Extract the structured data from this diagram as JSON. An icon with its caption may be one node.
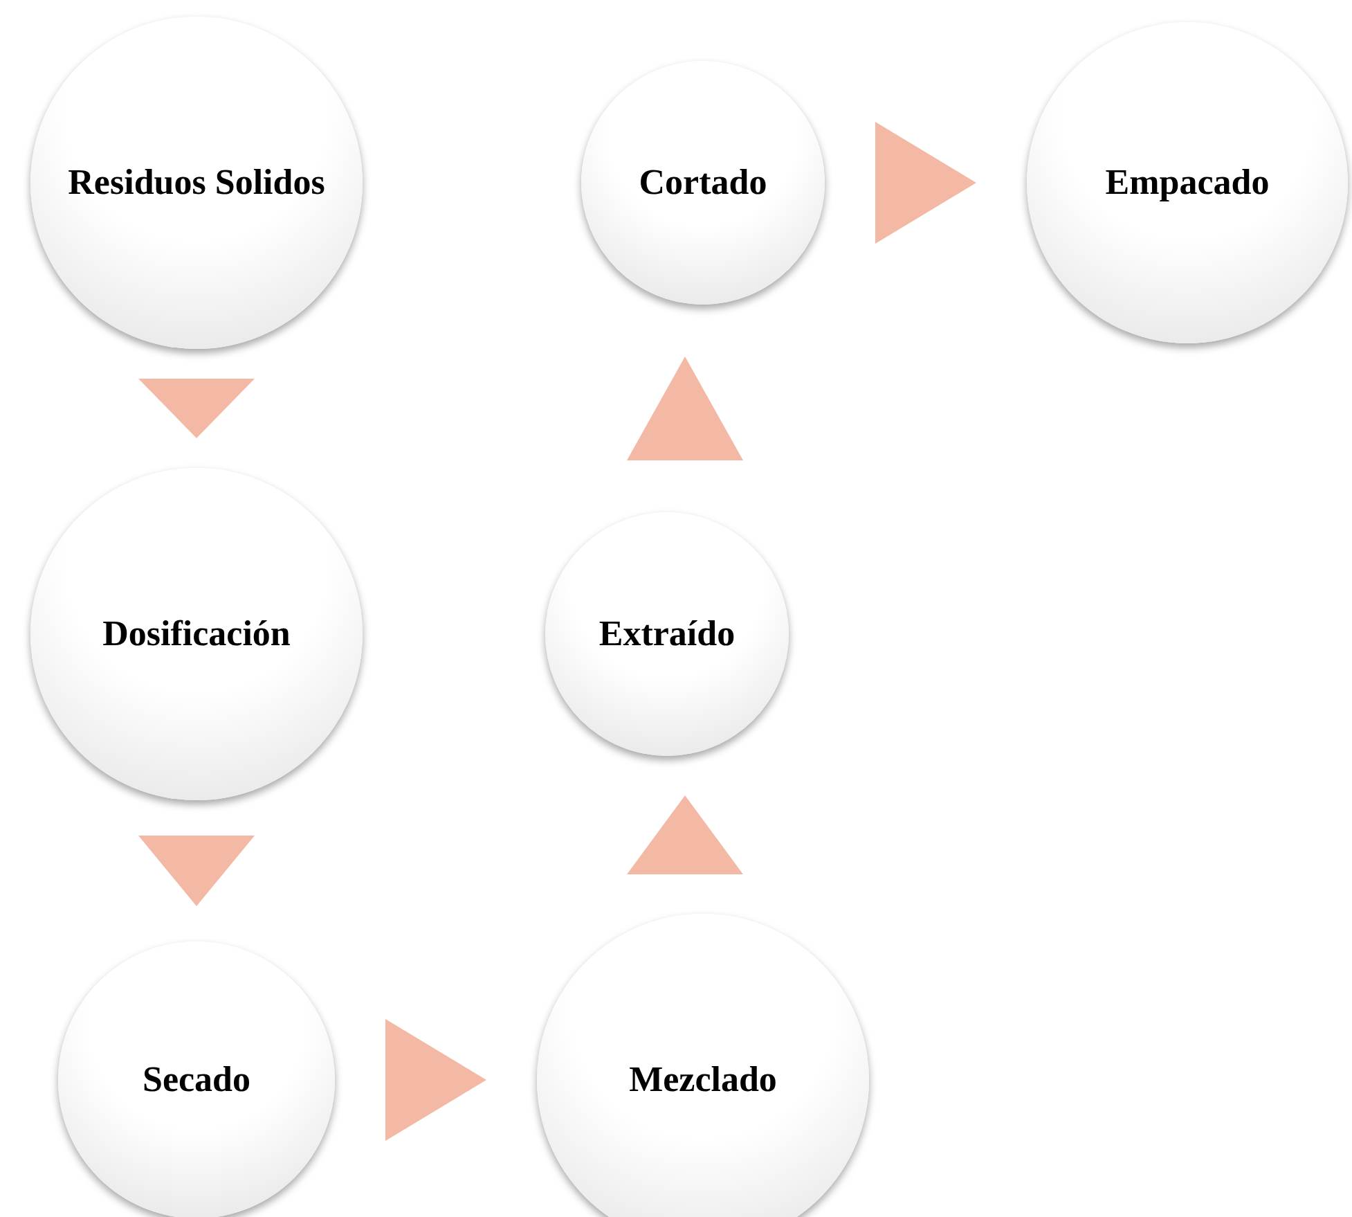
{
  "diagram": {
    "nodes": [
      {
        "text": [
          "Residuos Solidos"
        ]
      },
      {
        "text": [
          "Dosificación"
        ]
      },
      {
        "text": [
          "Secado"
        ]
      },
      {
        "text": [
          "Mezclado"
        ]
      },
      {
        "text": [
          "Extraído"
        ]
      },
      {
        "text": [
          "Cortado"
        ]
      },
      {
        "text": [
          "Empacado"
        ]
      }
    ],
    "edges": [
      {
        "from": 0,
        "to": 1,
        "arrow": "to"
      },
      {
        "from": 1,
        "to": 2,
        "arrow": "to"
      },
      {
        "from": 2,
        "to": 3,
        "arrow": "to"
      },
      {
        "from": 3,
        "to": 4,
        "arrow": "to"
      },
      {
        "from": 4,
        "to": 5,
        "arrow": "to"
      },
      {
        "from": 5,
        "to": 6,
        "arrow": "to"
      }
    ]
  }
}
